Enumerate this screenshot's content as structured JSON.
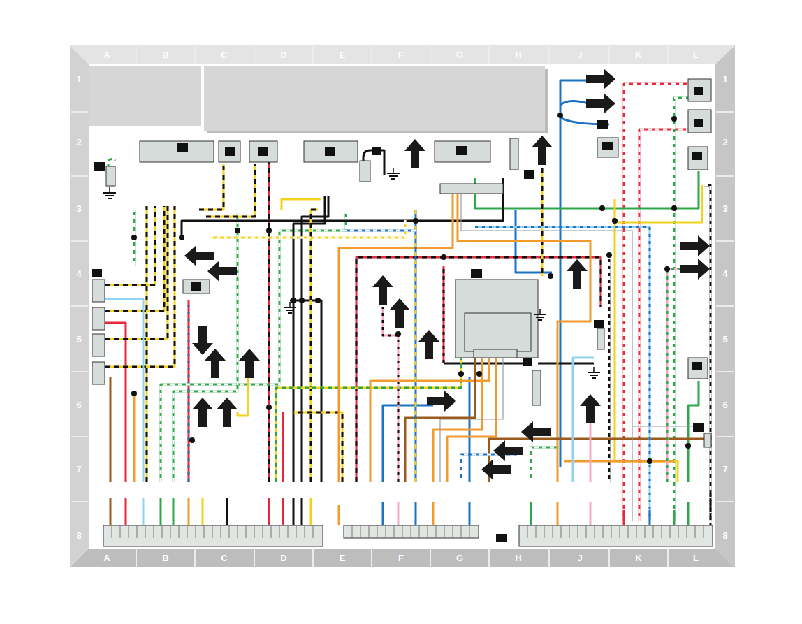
{
  "diagram": {
    "labels": [
      "A",
      "B",
      "C",
      "D",
      "E",
      "F",
      "G",
      "H",
      "J",
      "K",
      "L",
      "1",
      "2",
      "3",
      "4",
      "5",
      "6",
      "7",
      "8",
      "1",
      "2",
      "3",
      "4",
      "5",
      "6",
      "7",
      "8",
      "A",
      "B",
      "C",
      "D",
      "E",
      "F",
      "G",
      "H",
      "J",
      "K",
      "L"
    ]
  }
}
